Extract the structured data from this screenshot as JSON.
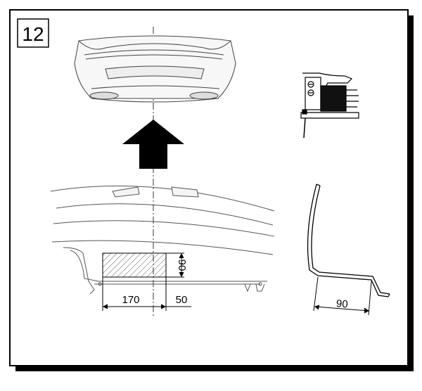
{
  "figure": {
    "step_number": "12",
    "dimensions": {
      "cut_width": "170",
      "offset": "50",
      "cut_height": "90",
      "flange_depth": "90"
    },
    "icons": {
      "tool": "jigsaw-icon",
      "direction": "arrow-up-icon"
    }
  }
}
